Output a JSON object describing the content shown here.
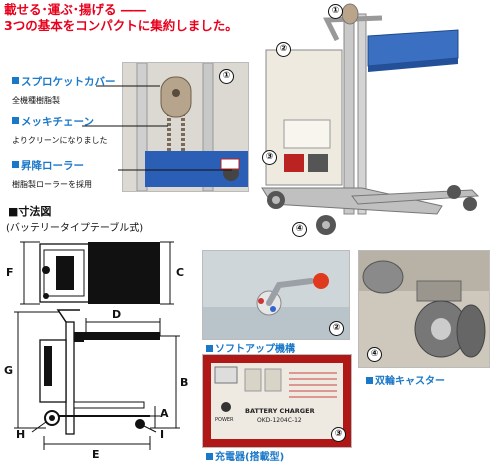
{
  "headline": {
    "line1": "載せる･運ぶ･揚げる ――",
    "line2": "3つの基本をコンパクトに集約しました。"
  },
  "markers": [
    "①",
    "②",
    "③",
    "④"
  ],
  "features": [
    {
      "title": "スプロケットカバー",
      "desc": "全機種樹脂製"
    },
    {
      "title": "メッキチェーン",
      "desc": "よりクリーンになりました"
    },
    {
      "title": "昇降ローラー",
      "desc": "樹脂製ローラーを採用"
    }
  ],
  "dimensions": {
    "title": "■寸法図",
    "subtitle": "(バッテリータイプテーブル式)",
    "labels": [
      "F",
      "C",
      "D",
      "G",
      "B",
      "A",
      "H",
      "I",
      "E"
    ]
  },
  "captions": {
    "softup": "ソフトアップ機構",
    "caster": "双輪キャスター",
    "charger": "充電器(搭載型)"
  },
  "charger_panel": {
    "brand": "BATTERY CHARGER",
    "model": "OKD-1204C-12",
    "power": "POWER"
  },
  "colors": {
    "headline": "#e8001c",
    "accent_blue": "#1a78c8",
    "table_blue": "#3a6fc2",
    "charger_red": "#b01818"
  }
}
